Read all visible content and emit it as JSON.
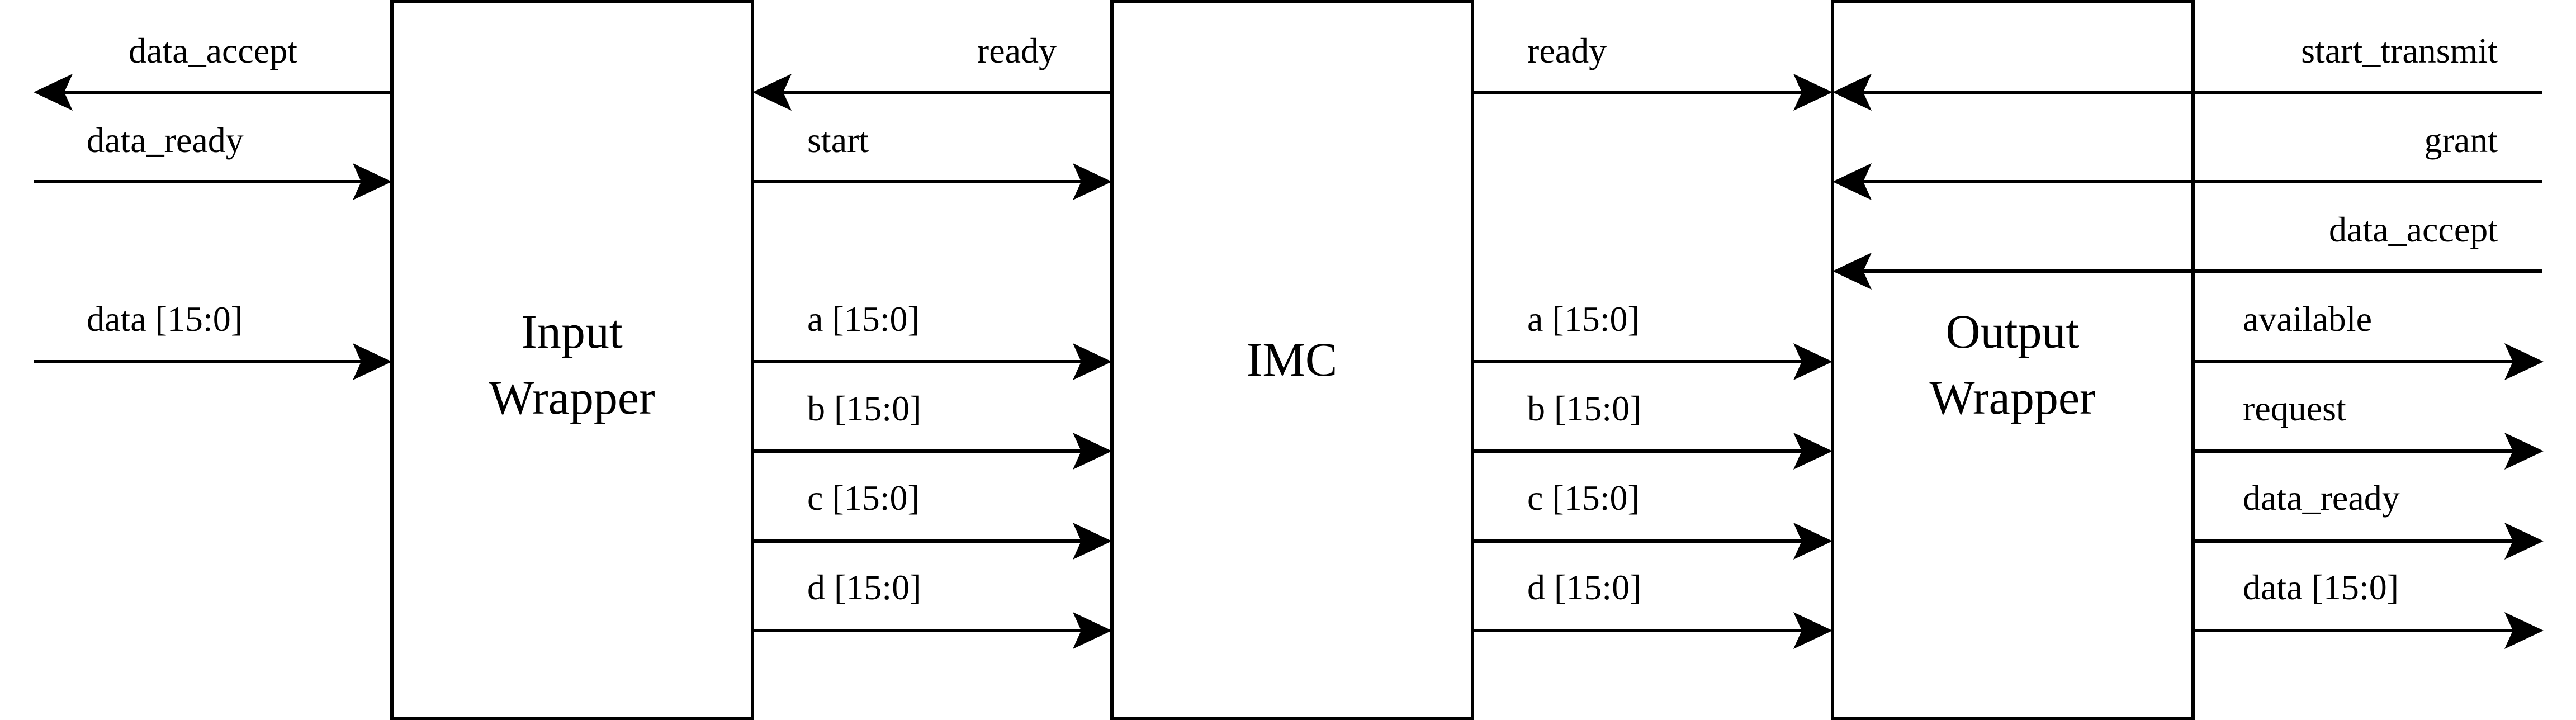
{
  "blocks": {
    "input_wrapper": [
      "Input",
      "Wrapper"
    ],
    "imc": [
      "IMC"
    ],
    "output_wrapper": [
      "Output",
      "Wrapper"
    ]
  },
  "signals": {
    "in_left": [
      {
        "label": "data_accept",
        "direction": "out"
      },
      {
        "label": "data_ready",
        "direction": "in"
      },
      {
        "label": "data [15:0]",
        "direction": "in"
      }
    ],
    "in_imc_control": [
      {
        "label": "ready",
        "direction": "to-input-wrapper"
      },
      {
        "label": "start",
        "direction": "to-imc"
      }
    ],
    "in_imc_data": [
      "a [15:0]",
      "b [15:0]",
      "c [15:0]",
      "d [15:0]"
    ],
    "imc_out_control": [
      {
        "label": "ready",
        "direction": "to-output-wrapper"
      }
    ],
    "imc_out_data": [
      "a [15:0]",
      "b [15:0]",
      "c [15:0]",
      "d [15:0]"
    ],
    "out_right": [
      {
        "label": "start_transmit",
        "direction": "in"
      },
      {
        "label": "grant",
        "direction": "in"
      },
      {
        "label": "data_accept",
        "direction": "in"
      },
      {
        "label": "available",
        "direction": "out"
      },
      {
        "label": "request",
        "direction": "out"
      },
      {
        "label": "data_ready",
        "direction": "out"
      },
      {
        "label": "data [15:0]",
        "direction": "out"
      }
    ]
  }
}
